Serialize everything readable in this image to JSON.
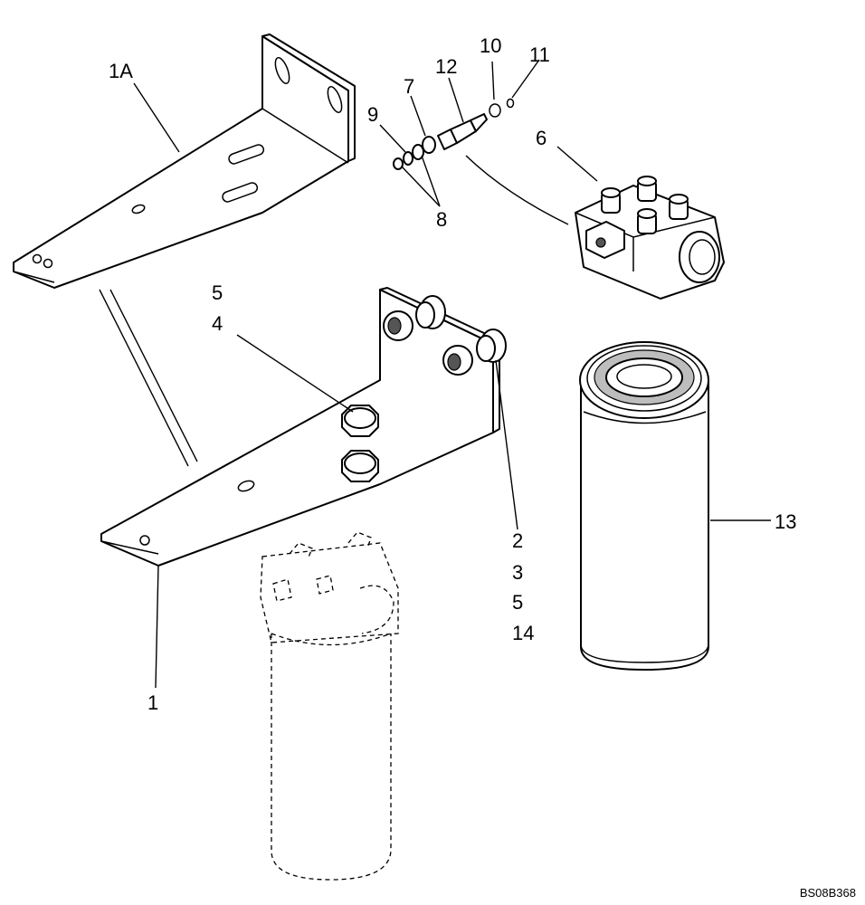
{
  "diagram": {
    "reference_code": "BS08B368",
    "callouts": {
      "c1A": "1A",
      "c12": "12",
      "c10": "10",
      "c11": "11",
      "c7": "7",
      "c9": "9",
      "c8": "8",
      "c6": "6",
      "c5a": "5",
      "c4": "4",
      "c2": "2",
      "c3": "3",
      "c5b": "5",
      "c14": "14",
      "c13": "13",
      "c1": "1"
    }
  }
}
